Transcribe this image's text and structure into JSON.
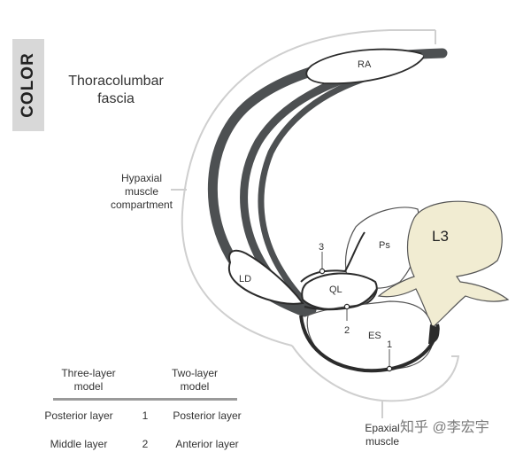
{
  "side_tab": {
    "label": "COLOR"
  },
  "title": {
    "line1": "Thoracolumbar",
    "line2": "fascia"
  },
  "labels": {
    "ra": "RA",
    "ld": "LD",
    "ql": "QL",
    "ps": "Ps",
    "es": "ES",
    "vertebra": "L3",
    "marker_1": "1",
    "marker_2": "2",
    "marker_3": "3"
  },
  "callouts": {
    "hypaxial": [
      "Hypaxial",
      "muscle",
      "compartment"
    ],
    "epaxial": [
      "Epaxial",
      "muscle"
    ]
  },
  "table": {
    "col1_header": [
      "Three-layer",
      "model"
    ],
    "col2_header": [
      "Two-layer",
      "model"
    ],
    "rows": [
      {
        "three_layer": "Posterior layer",
        "number": "1",
        "two_layer": "Posterior layer"
      },
      {
        "three_layer": "Middle layer",
        "number": "2",
        "two_layer": "Anterior layer"
      }
    ]
  },
  "watermark": "知乎 @李宏宇",
  "colors": {
    "fascia": "#4d5052",
    "bone": "#f1ecd2",
    "outline": "#2b2b2b",
    "bracket": "#cfcfcf",
    "text": "#333333"
  }
}
